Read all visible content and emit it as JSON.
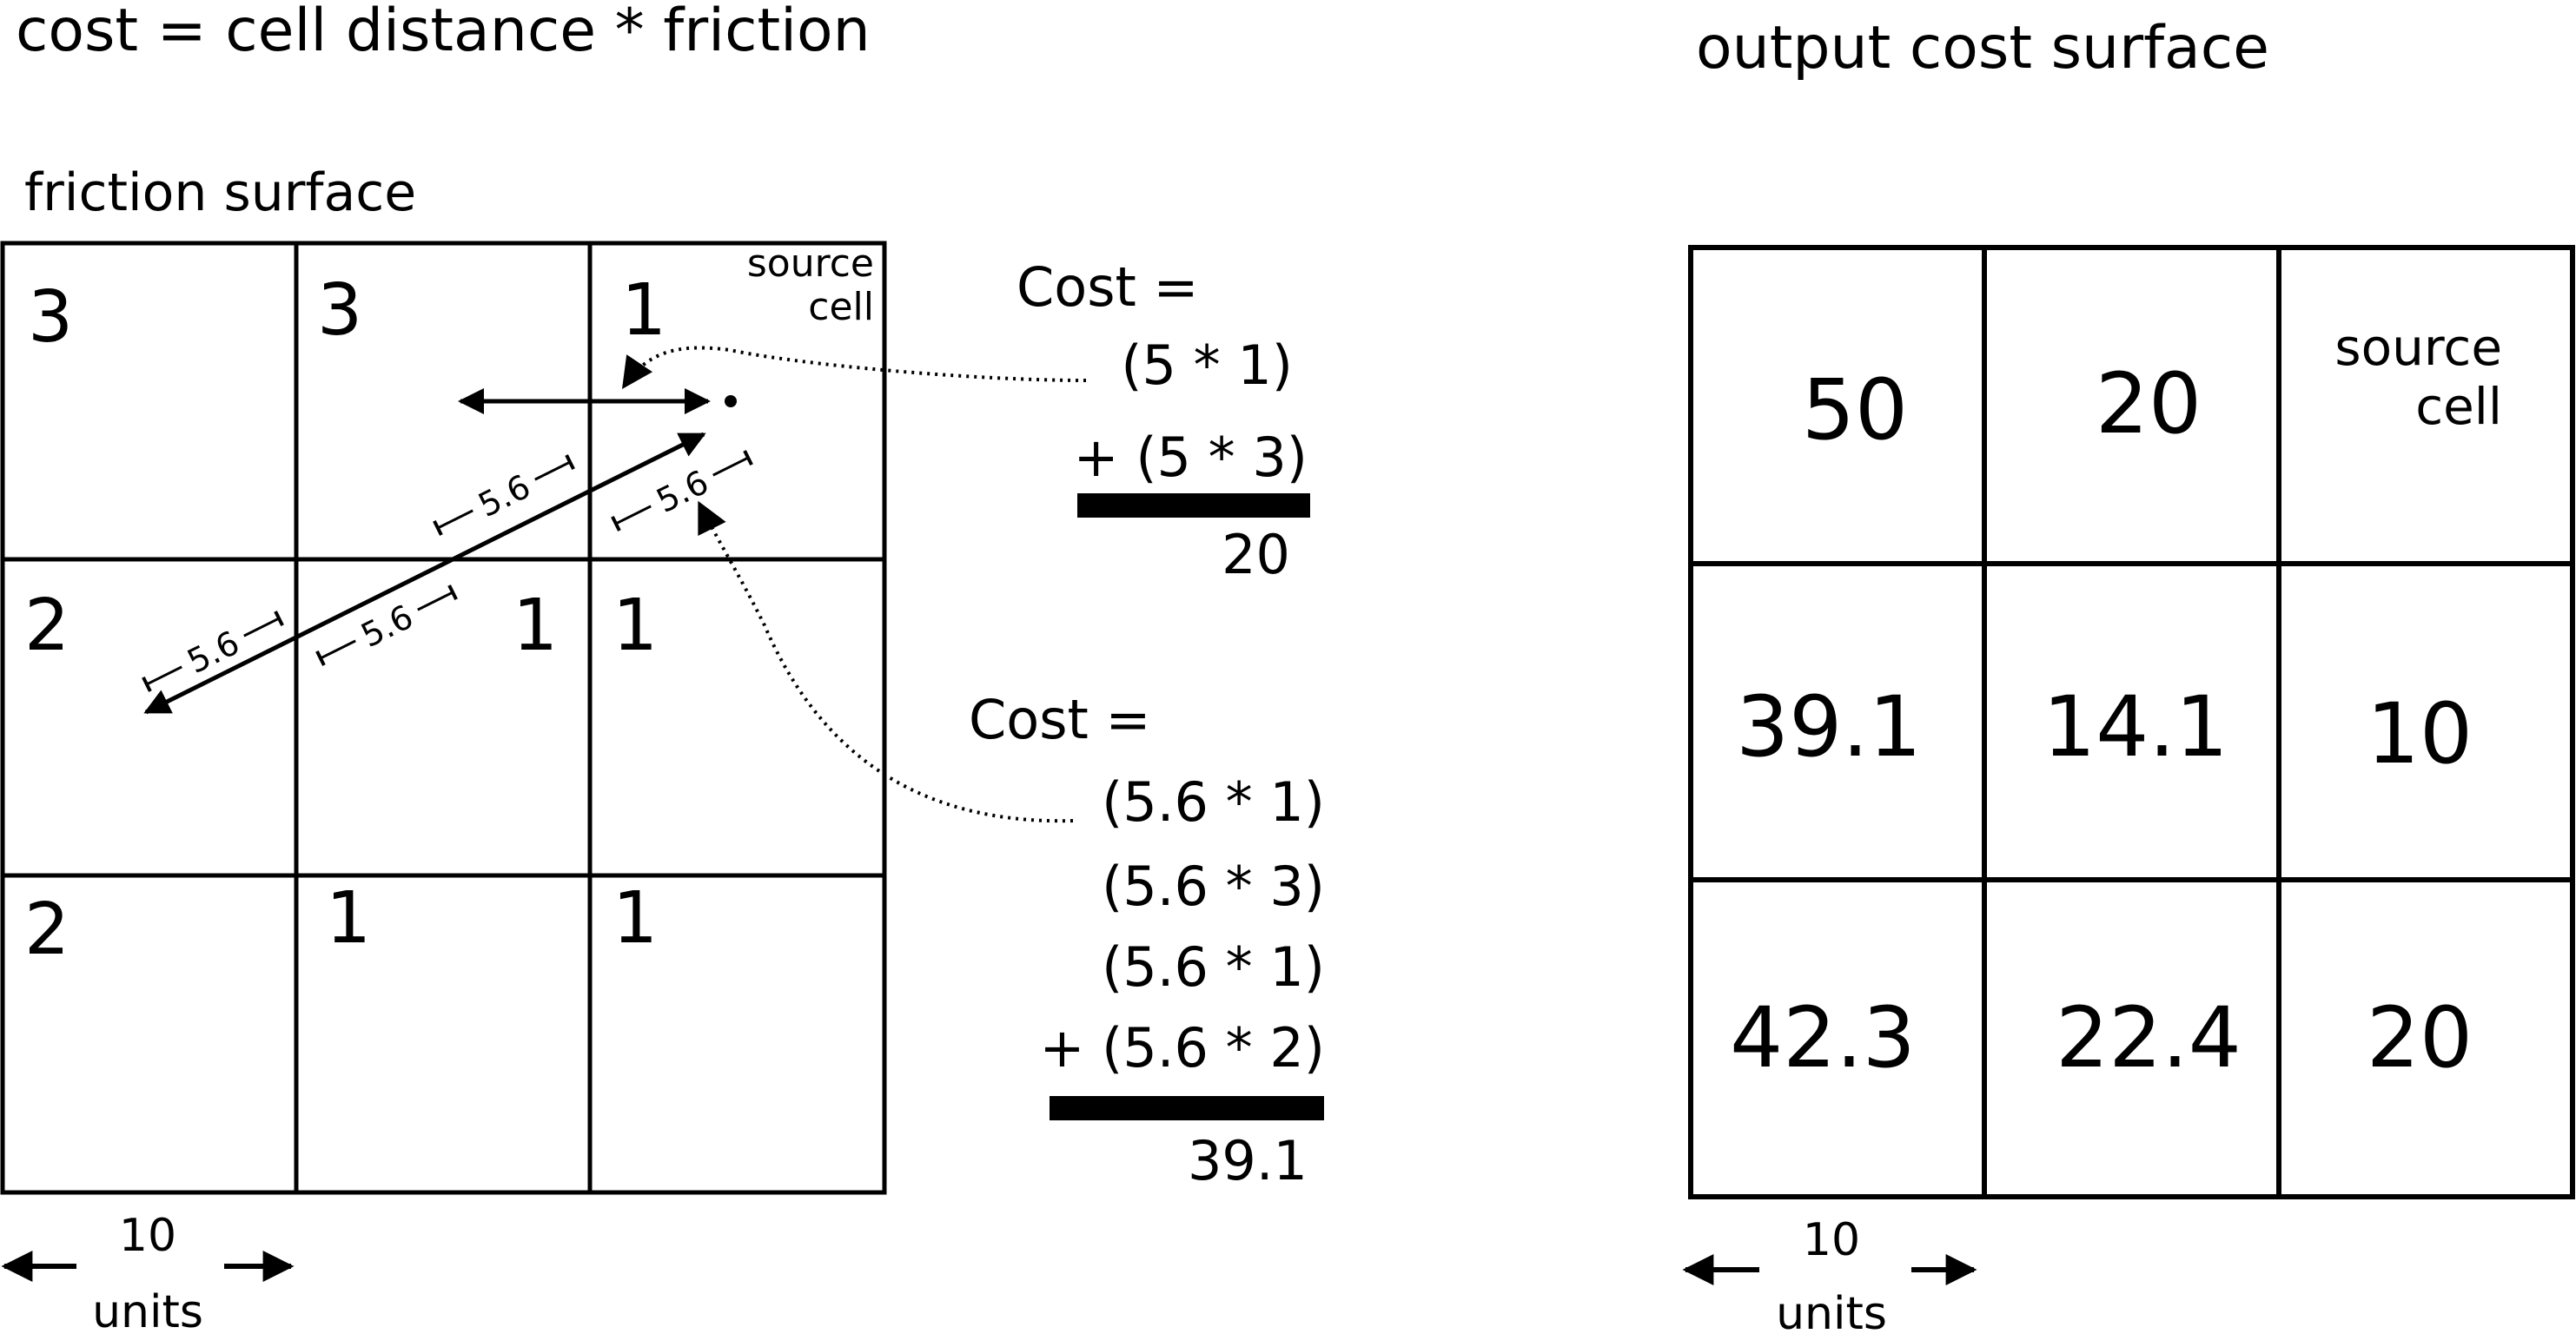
{
  "title": "cost = cell distance * friction",
  "friction": {
    "title": "friction surface",
    "cells": [
      [
        "3",
        "3",
        "1"
      ],
      [
        "2",
        "1",
        "1"
      ],
      [
        "2",
        "1",
        "1"
      ]
    ],
    "extra_value": "1",
    "source_label": [
      "source",
      "cell"
    ],
    "distance_labels": [
      "5.6",
      "5.6",
      "5.6",
      "5.6"
    ]
  },
  "calc1": {
    "label": "Cost =",
    "terms": [
      "(5 * 1)",
      "+ (5 * 3)"
    ],
    "result": "20"
  },
  "calc2": {
    "label": "Cost =",
    "terms": [
      "(5.6 * 1)",
      "(5.6 * 3)",
      "(5.6 * 1)",
      "+ (5.6 * 2)"
    ],
    "result": "39.1"
  },
  "output": {
    "title": "output cost surface",
    "cells": [
      [
        "50",
        "20",
        ""
      ],
      [
        "39.1",
        "14.1",
        "10"
      ],
      [
        "42.3",
        "22.4",
        "20"
      ]
    ],
    "source_label": [
      "source",
      "cell"
    ]
  },
  "scale": {
    "value": "10",
    "unit": "units"
  }
}
